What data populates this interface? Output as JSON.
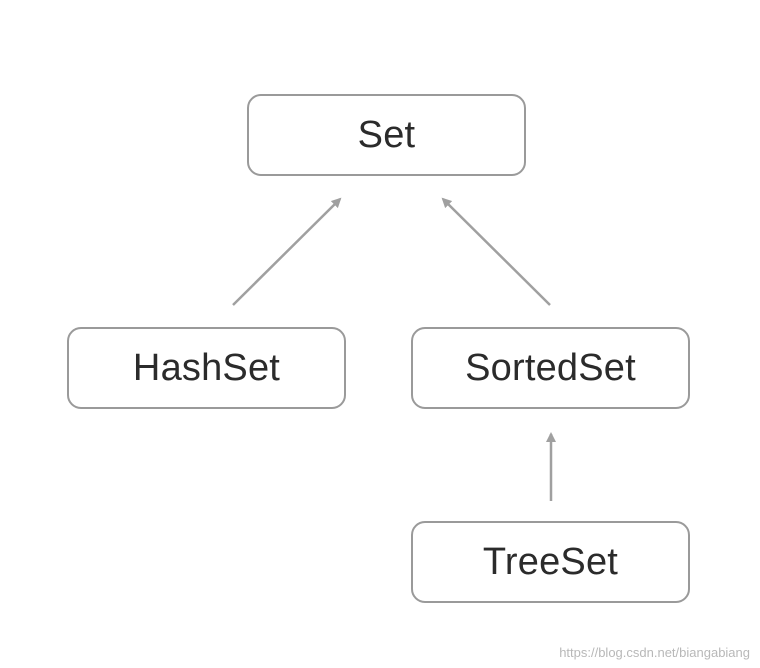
{
  "diagram": {
    "nodes": {
      "set": "Set",
      "hashset": "HashSet",
      "sortedset": "SortedSet",
      "treeset": "TreeSet"
    },
    "edges": [
      {
        "from": "HashSet",
        "to": "Set"
      },
      {
        "from": "SortedSet",
        "to": "Set"
      },
      {
        "from": "TreeSet",
        "to": "SortedSet"
      }
    ],
    "edge_color": "#a0a0a0"
  },
  "watermark": "https://blog.csdn.net/biangabiang"
}
